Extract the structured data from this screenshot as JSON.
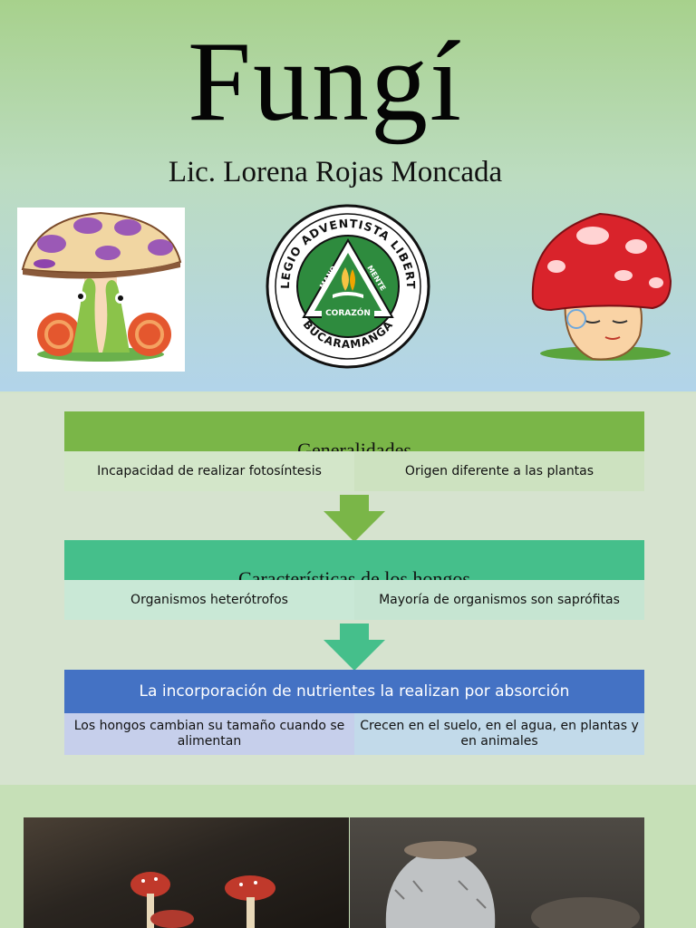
{
  "slide1": {
    "title": "Fungí",
    "subtitle": "Lic. Lorena Rojas Moncada",
    "logo": {
      "ring_top": "COLEGIO ADVENTISTA LIBERTAD",
      "ring_bottom": "BUCARAMANGA",
      "word_left": "MANO",
      "word_right": "MENTE",
      "word_bottom": "CORAZÓN"
    }
  },
  "slide2": {
    "sections": [
      {
        "heading": "Generalidades",
        "items": [
          "Incapacidad de realizar fotosíntesis",
          "Origen diferente a las plantas"
        ]
      },
      {
        "heading": "Características de los hongos",
        "items": [
          "Organismos heterótrofos",
          "Mayoría de organismos son saprófitas"
        ]
      },
      {
        "heading": "La incorporación de nutrientes la realizan por absorción",
        "items": [
          "Los hongos cambian su tamaño cuando se alimentan",
          "Crecen en el suelo, en el agua, en plantas y en animales"
        ]
      }
    ]
  },
  "colors": {
    "section1_head": "#7ab648",
    "section2_head": "#45bf8b",
    "section3_head": "#4472c4",
    "arrow1": "#7ab648",
    "arrow2": "#45bf8b"
  }
}
